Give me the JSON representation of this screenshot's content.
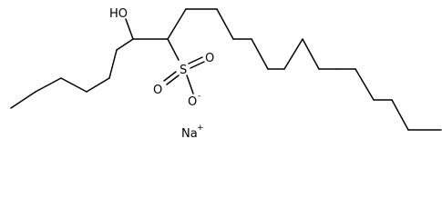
{
  "molecule": {
    "labels": {
      "hydroxyl": "HO",
      "sulfur": "S",
      "oxygen_upper": "O",
      "oxygen_lower": "O",
      "oxygen_anion": "O",
      "oxygen_anion_charge": "-",
      "sodium": "Na",
      "sodium_charge": "+"
    }
  }
}
